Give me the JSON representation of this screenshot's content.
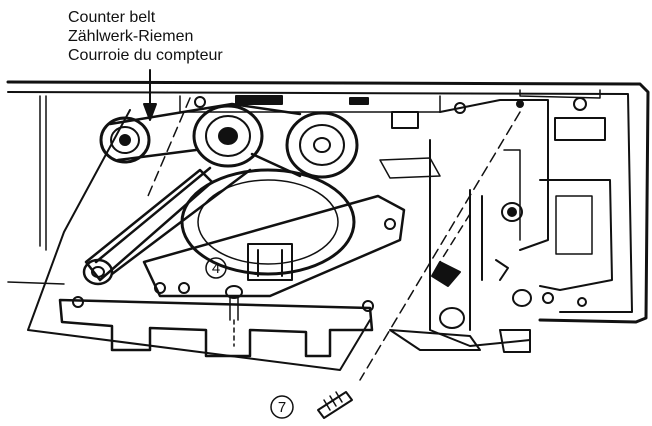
{
  "callout": {
    "line1": "Counter belt",
    "line2": "Zählwerk-Riemen",
    "line3": "Courroie du compteur"
  },
  "labels": {
    "screw4": "4",
    "screw7": "7"
  },
  "colors": {
    "ink": "#111111",
    "paper": "#ffffff"
  }
}
